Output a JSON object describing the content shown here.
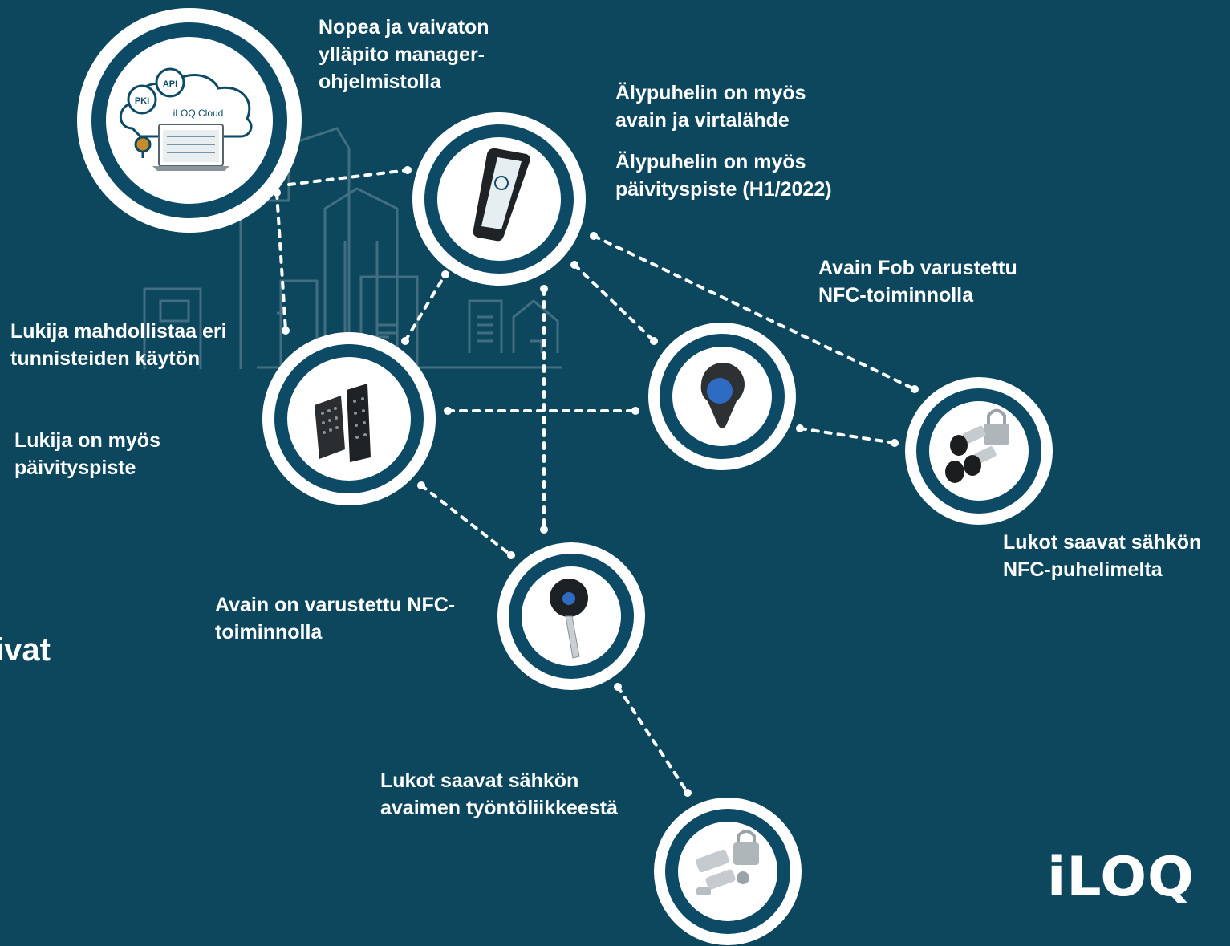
{
  "colors": {
    "background": "#0d475e",
    "ring_outer": "#ffffff",
    "ring_inner": "#0d4a66",
    "connector": "#ffffff",
    "text": "#ffffff"
  },
  "labels": {
    "cloud": "Nopea ja vaivaton\nylläpito manager-\nohjelmistolla",
    "phone_power": "Älypuhelin on myös\navain ja virtalähde",
    "phone_update": "Älypuhelin on myös\npäivityspiste (H1/2022)",
    "fob": "Avain Fob varustettu\nNFC-toiminnolla",
    "reader_tags": "Lukija mahdollistaa eri\ntunnisteiden käytön",
    "reader_update": "Lukija on myös\npäivityspiste",
    "phone_locks": "Lukot saavat sähkön\nNFC-puhelimelta",
    "key": "Avain on varustettu NFC-\ntoiminnolla",
    "key_locks": "Lukot saavat sähkön\navaimen työntöliikkeestä",
    "cropped": "ivat"
  },
  "cloud_panel": {
    "pki": "PKI",
    "api": "API",
    "brand": "iLOQ Cloud"
  },
  "logo": "iLOQ",
  "icons": {
    "cloud": "cloud-software-icon",
    "phone": "smartphone-icon",
    "fob": "key-fob-icon",
    "reader": "keypad-reader-icon",
    "padlocks": "padlock-cylinders-icon",
    "key": "nfc-key-icon",
    "cylinders": "lock-cylinders-icon"
  }
}
